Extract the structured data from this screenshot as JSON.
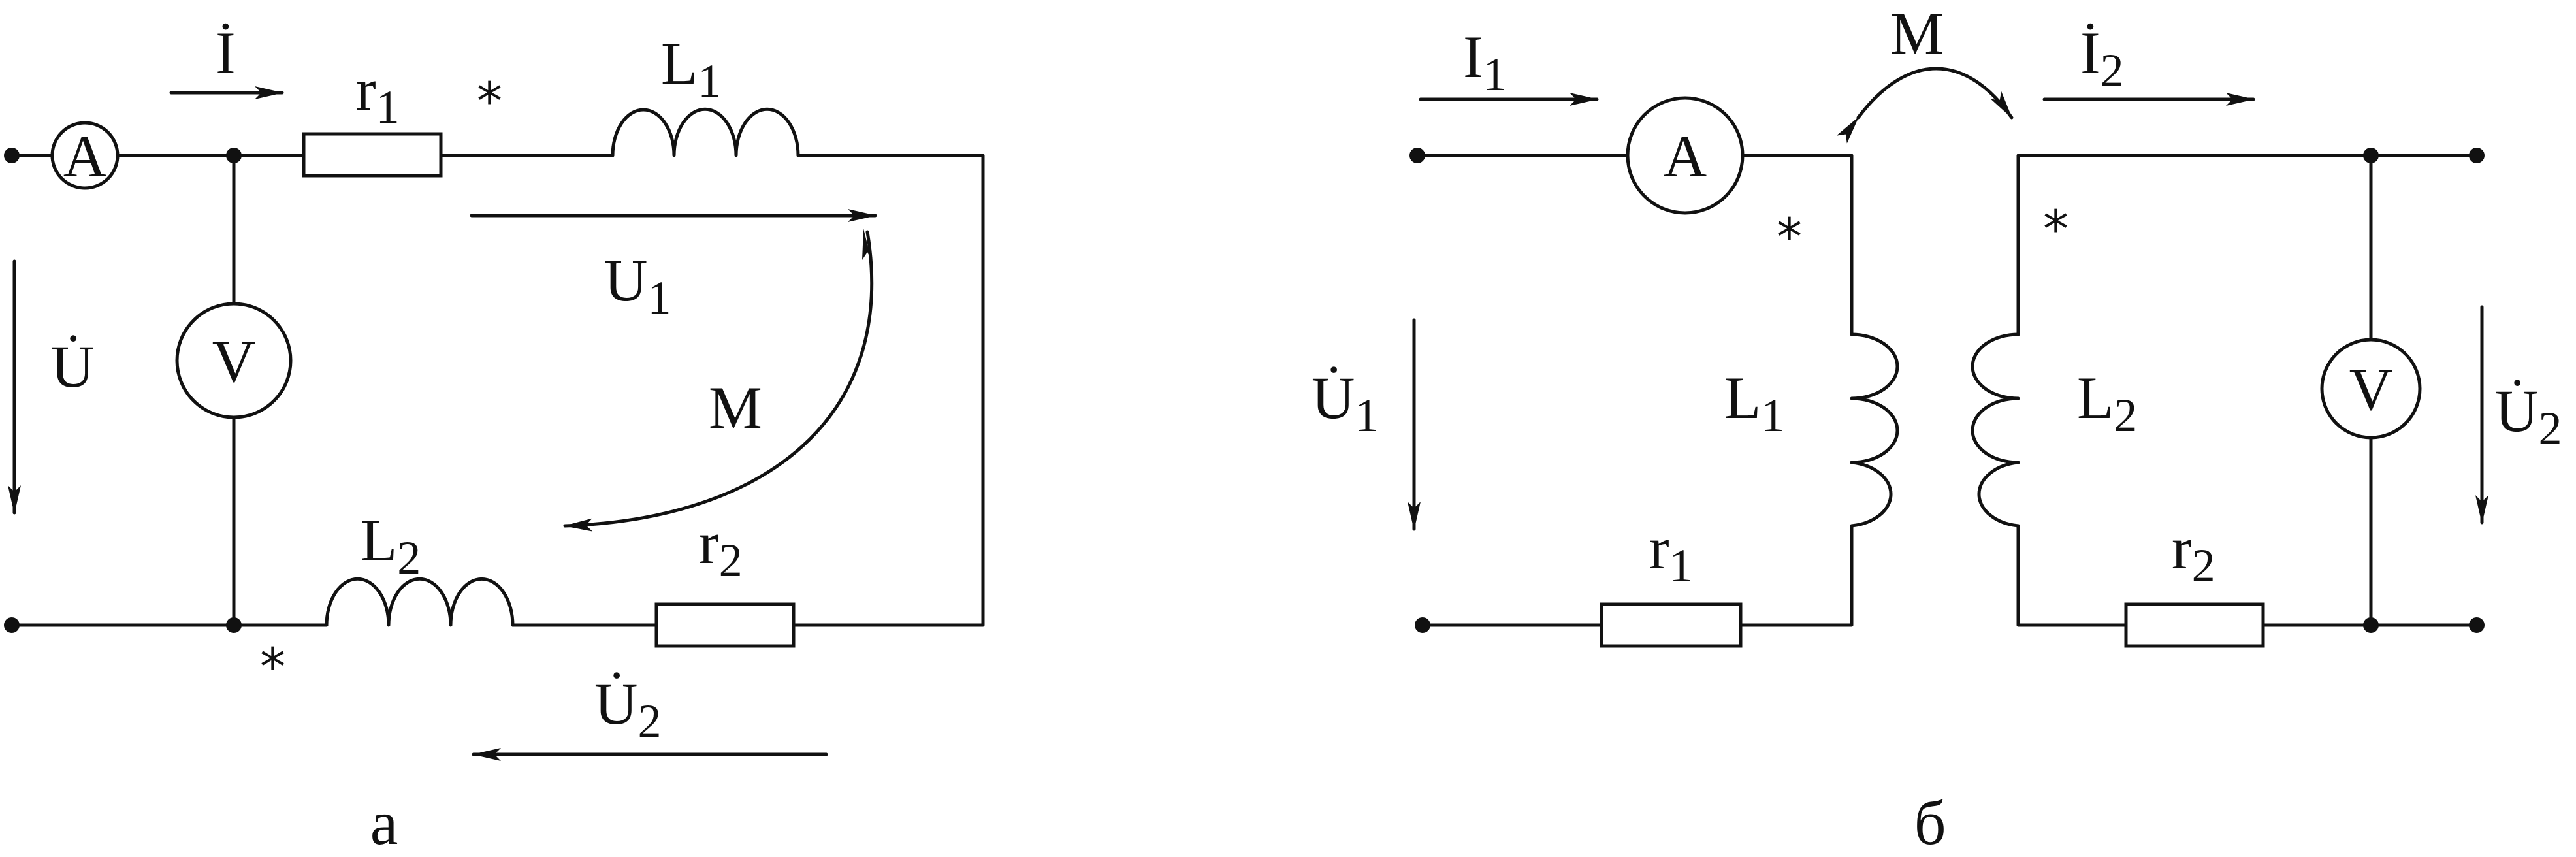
{
  "diagram_a": {
    "caption": "а",
    "current": {
      "main": "İ",
      "sub": ""
    },
    "voltage_in": {
      "main": "U̇",
      "sub": ""
    },
    "u1": {
      "main": "U",
      "sub": "1"
    },
    "u2": {
      "main": "U̇",
      "sub": "2"
    },
    "r1": {
      "main": "r",
      "sub": "1"
    },
    "r2": {
      "main": "r",
      "sub": "2"
    },
    "l1": {
      "main": "L",
      "sub": "1"
    },
    "l2": {
      "main": "L",
      "sub": "2"
    },
    "mutual": "M",
    "ammeter": "A",
    "voltmeter": "V",
    "dot_mark": "*"
  },
  "diagram_b": {
    "caption": "б",
    "i1": {
      "main": "I",
      "sub": "1"
    },
    "i2": {
      "main": "İ",
      "sub": "2"
    },
    "u1": {
      "main": "U̇",
      "sub": "1"
    },
    "u2": {
      "main": "U̇",
      "sub": "2"
    },
    "r1": {
      "main": "r",
      "sub": "1"
    },
    "r2": {
      "main": "r",
      "sub": "2"
    },
    "l1": {
      "main": "L",
      "sub": "1"
    },
    "l2": {
      "main": "L",
      "sub": "2"
    },
    "mutual": "M",
    "ammeter": "A",
    "voltmeter": "V",
    "dot_mark": "*"
  }
}
